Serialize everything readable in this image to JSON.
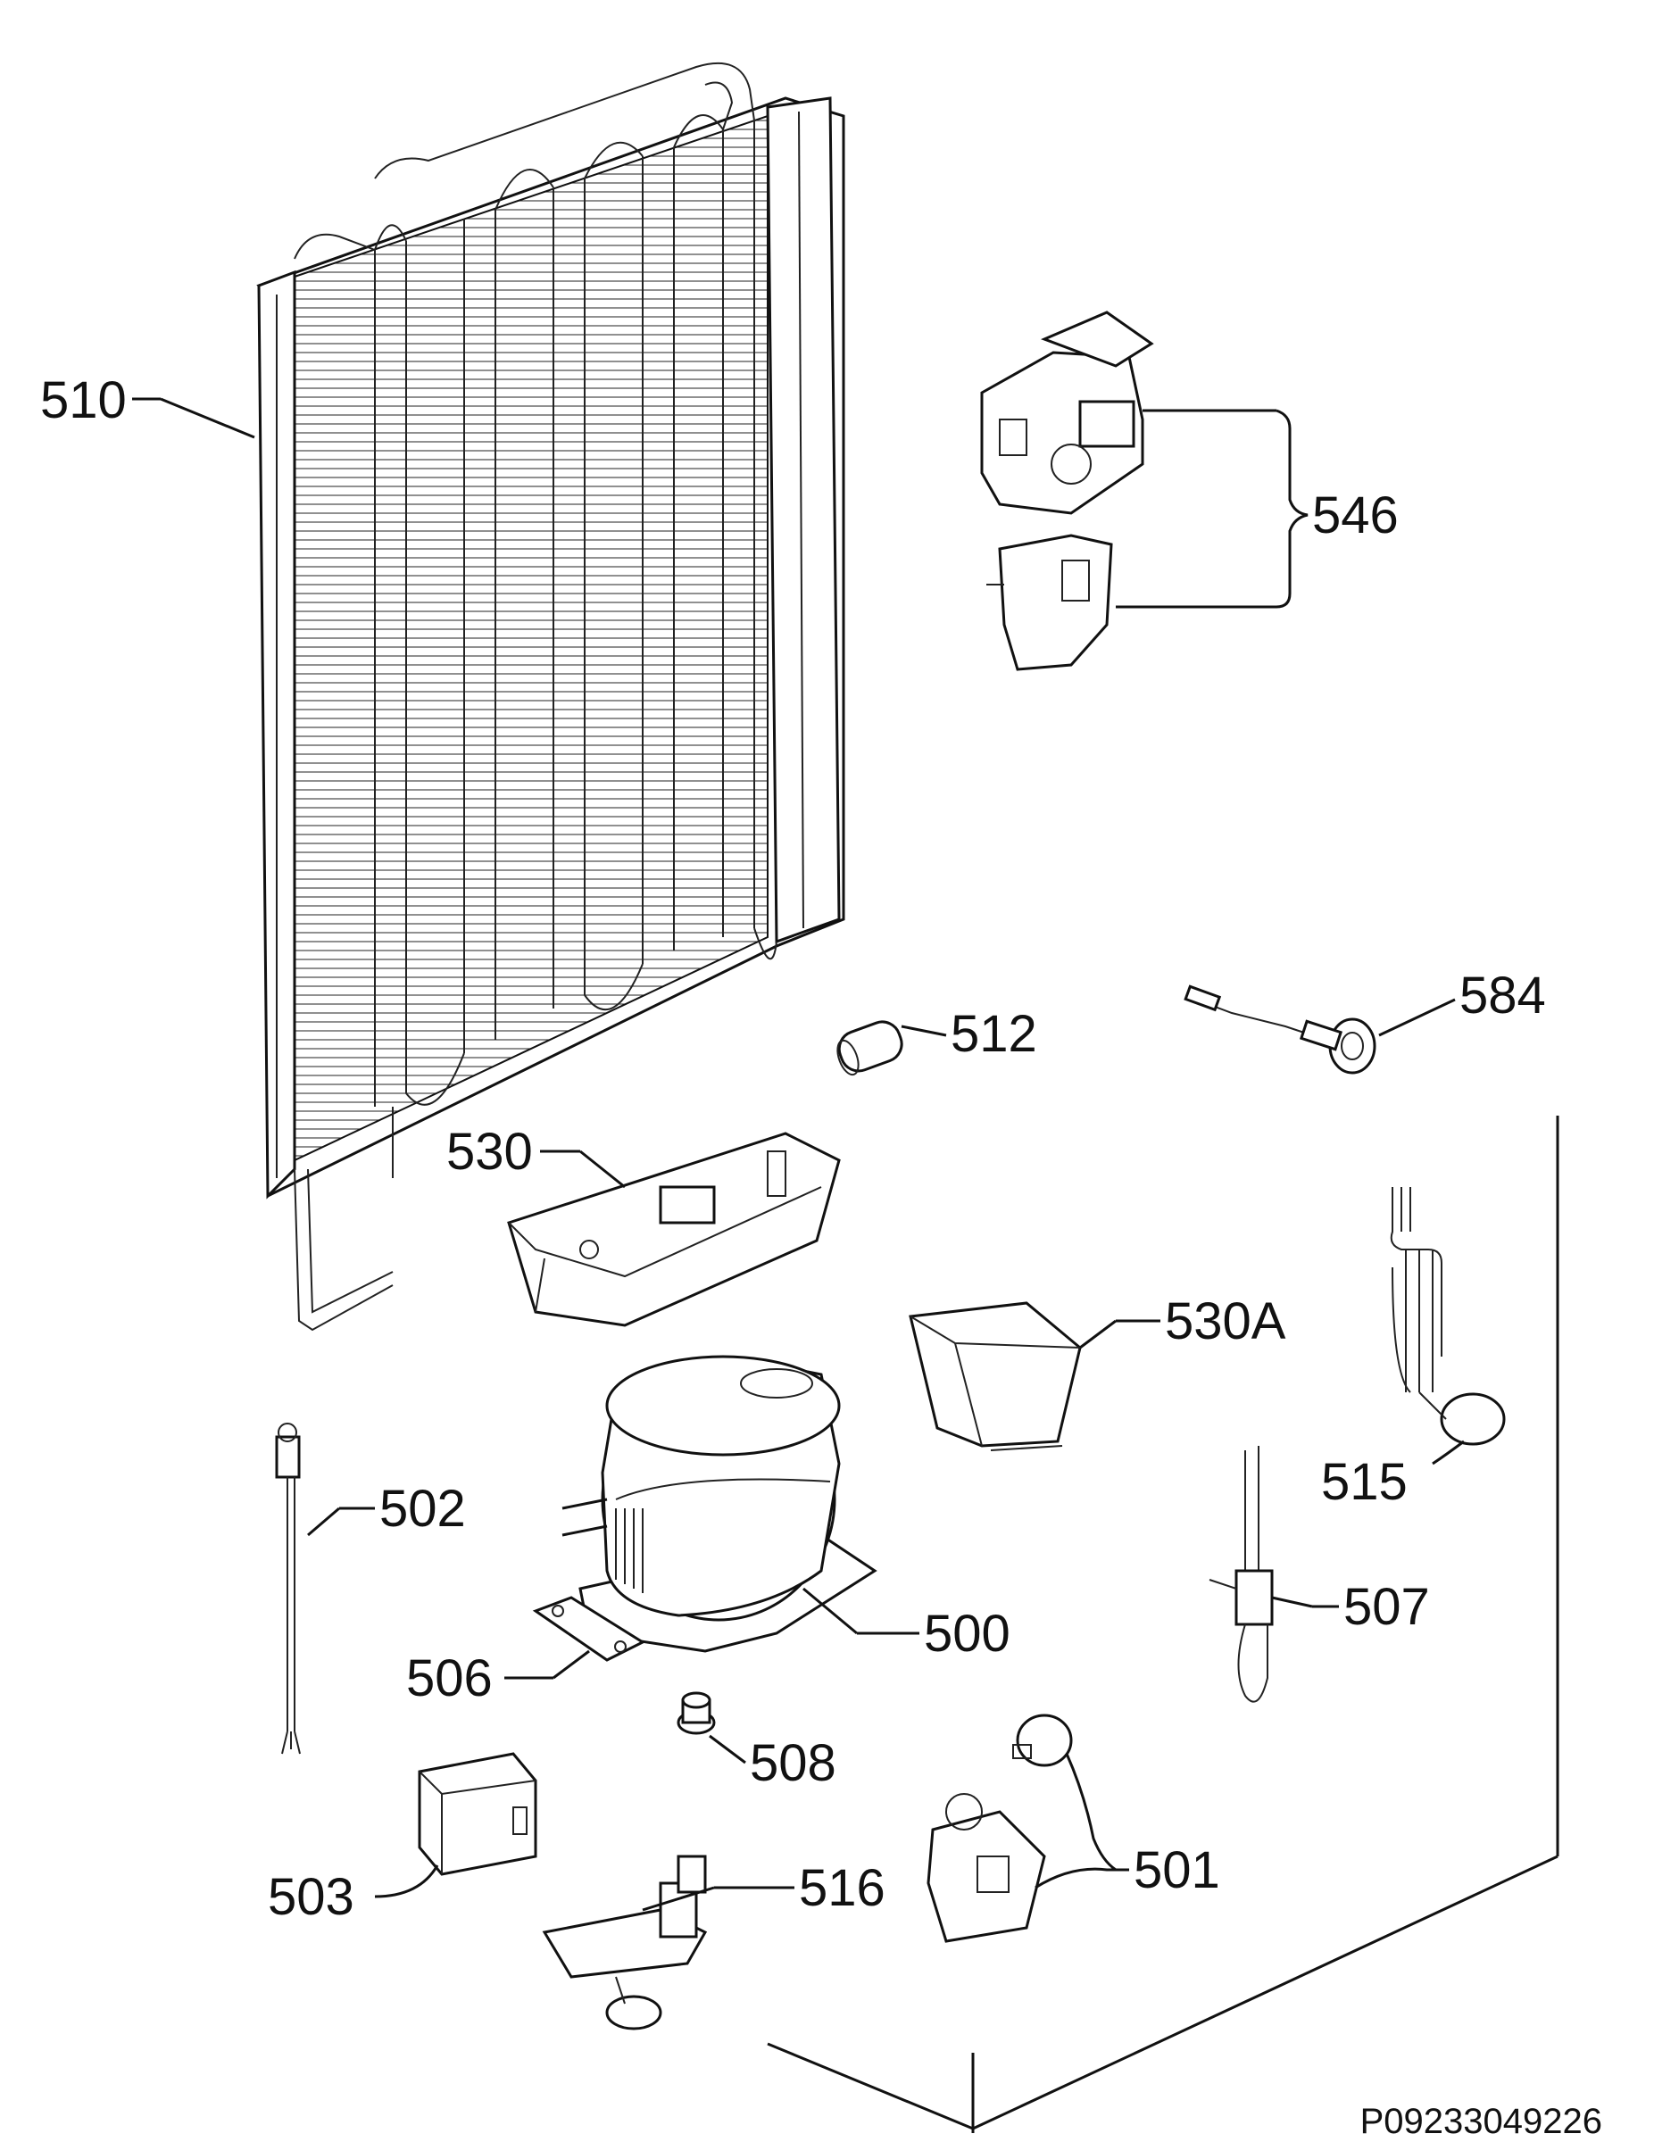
{
  "labels": {
    "l500": "500",
    "l501": "501",
    "l502": "502",
    "l503": "503",
    "l506": "506",
    "l507": "507",
    "l508": "508",
    "l510": "510",
    "l512": "512",
    "l515": "515",
    "l516": "516",
    "l530": "530",
    "l530a": "530A",
    "l546": "546",
    "l584": "584"
  },
  "drawing_code": "P09233049226"
}
